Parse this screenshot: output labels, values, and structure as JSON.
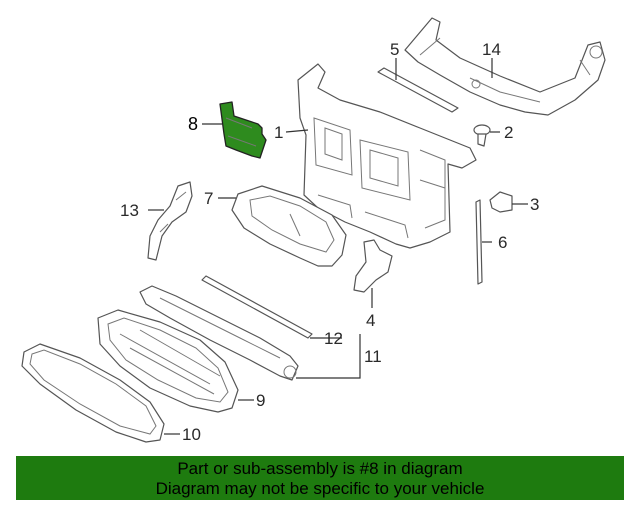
{
  "diagram": {
    "callouts": {
      "c1": "1",
      "c2": "2",
      "c3": "3",
      "c4": "4",
      "c5": "5",
      "c6": "6",
      "c7": "7",
      "c8": "8",
      "c9": "9",
      "c10": "10",
      "c11": "11",
      "c12": "12",
      "c13": "13",
      "c14": "14"
    },
    "highlight_part": "8",
    "colors": {
      "highlight": "#2e8b1e",
      "banner": "#1e7b0f",
      "line": "#555555"
    }
  },
  "banner": {
    "line1": "Part or sub-assembly is #8 in diagram",
    "line2": "Diagram may not be specific to your vehicle"
  }
}
